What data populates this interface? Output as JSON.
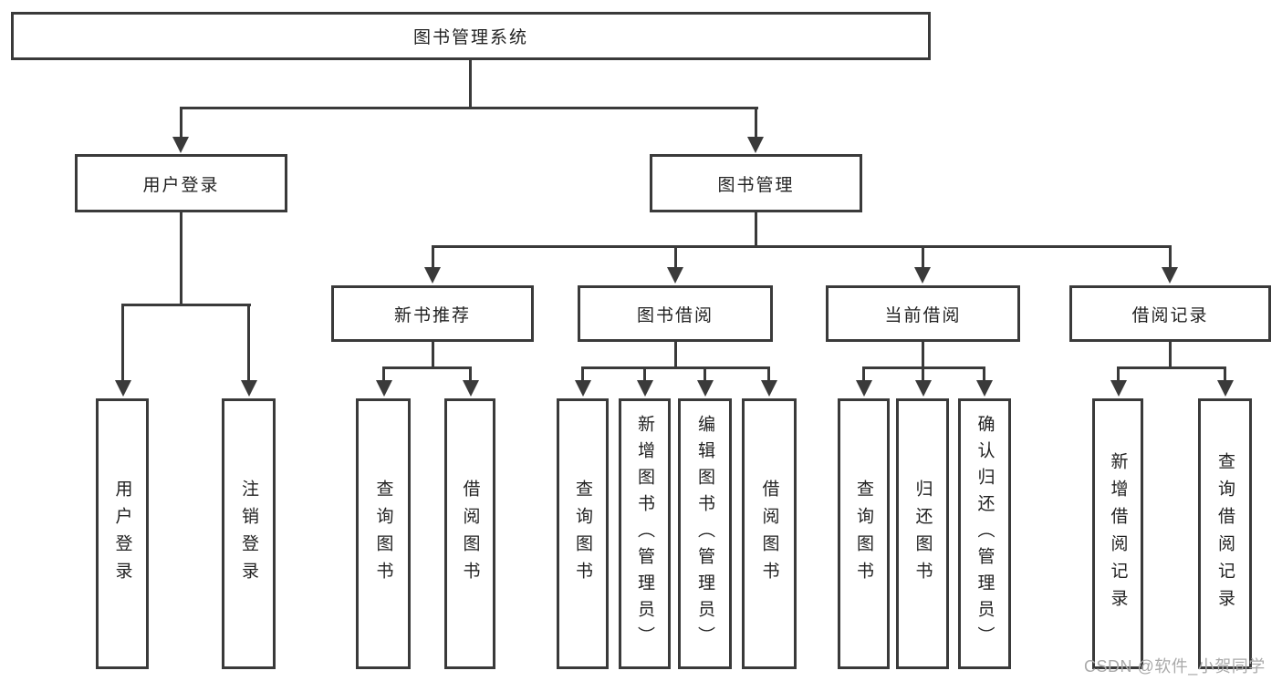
{
  "diagram_type": "tree-structure-chart",
  "colors": {
    "line": "#3a3a3a",
    "text": "#222222",
    "box_background": "#ffffff",
    "watermark": "#aaaaaa"
  },
  "tree": {
    "label": "图书管理系统",
    "children": [
      {
        "label": "用户登录",
        "children": [
          {
            "label": "用户登录"
          },
          {
            "label": "注销登录"
          }
        ]
      },
      {
        "label": "图书管理",
        "children": [
          {
            "label": "新书推荐",
            "children": [
              {
                "label": "查询图书"
              },
              {
                "label": "借阅图书"
              }
            ]
          },
          {
            "label": "图书借阅",
            "children": [
              {
                "label": "查询图书"
              },
              {
                "label": "新增图书（管理员）"
              },
              {
                "label": "编辑图书（管理员）"
              },
              {
                "label": "借阅图书"
              }
            ]
          },
          {
            "label": "当前借阅",
            "children": [
              {
                "label": "查询图书"
              },
              {
                "label": "归还图书"
              },
              {
                "label": "确认归还（管理员）"
              }
            ]
          },
          {
            "label": "借阅记录",
            "children": [
              {
                "label": "新增借阅记录"
              },
              {
                "label": "查询借阅记录"
              }
            ]
          }
        ]
      }
    ]
  },
  "watermark": "CSDN @软件_小贺同学"
}
